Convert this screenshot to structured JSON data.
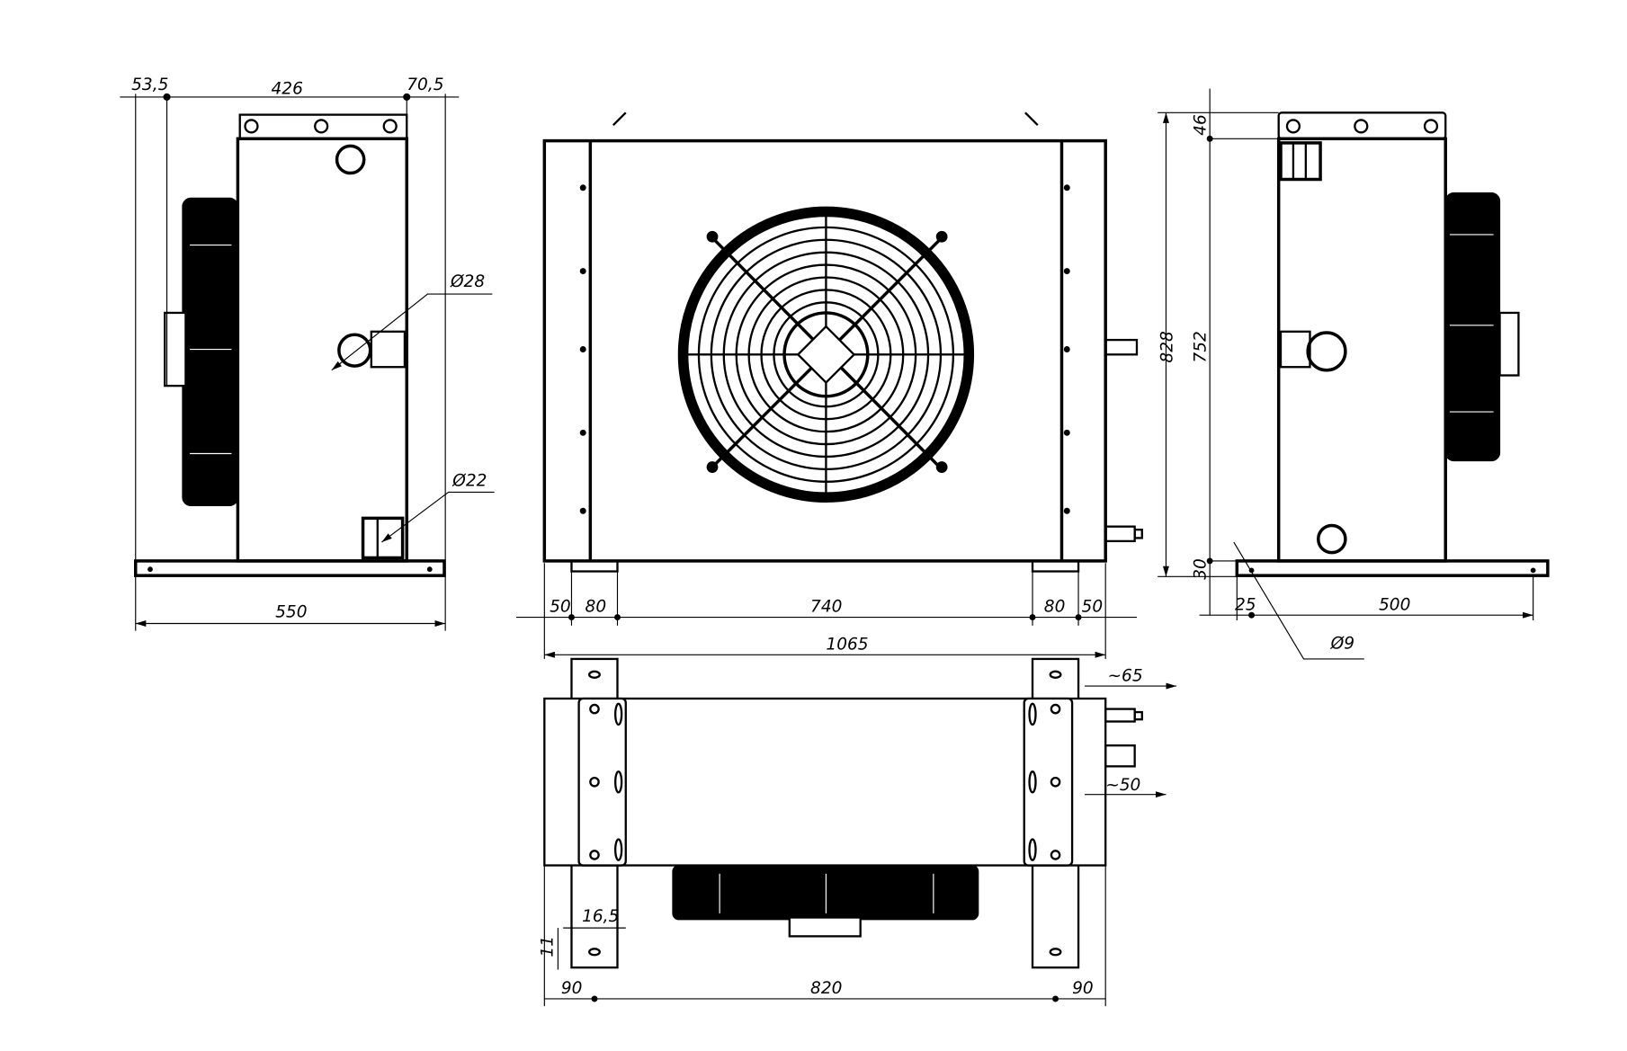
{
  "left_view": {
    "dim_offset_left": "53,5",
    "dim_body_width": "426",
    "dim_offset_right": "70,5",
    "dim_pipe_large": "Ø28",
    "dim_pipe_small": "Ø22",
    "dim_base_length": "550"
  },
  "front_view": {
    "dim_edge_left": "50",
    "dim_foot_left": "80",
    "dim_center": "740",
    "dim_foot_right": "80",
    "dim_edge_right": "50",
    "dim_total_width": "1065"
  },
  "bottom_view": {
    "dim_pipe_top": "~65",
    "dim_pipe_bottom": "~50",
    "dim_hole_offset": "16,5",
    "dim_hole_size": "11",
    "dim_leg_left": "90",
    "dim_leg_span": "820",
    "dim_leg_right": "90"
  },
  "right_view": {
    "dim_total_height": "828",
    "dim_body_height": "752",
    "dim_bracket": "46",
    "dim_base": "30",
    "dim_hole_offset": "25",
    "dim_hole_span": "500",
    "dim_hole_diameter": "Ø9"
  }
}
